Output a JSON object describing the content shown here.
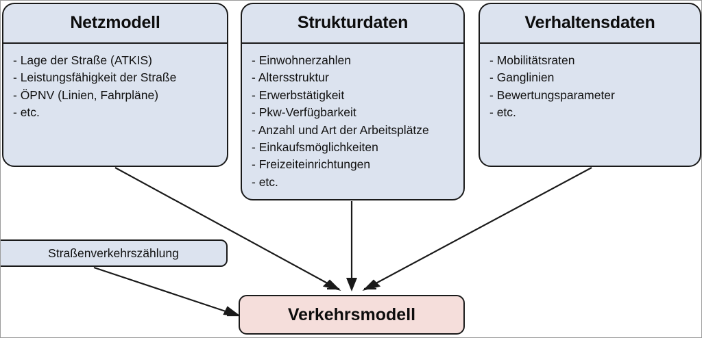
{
  "diagram": {
    "title_hidden": "",
    "colors": {
      "source_fill": "#dce3ef",
      "target_fill": "#f5dedb",
      "stroke": "#1a1a1a",
      "frame": "#9a9a9a"
    },
    "nodes": [
      {
        "id": "netzmodell",
        "header": "Netzmodell",
        "items": [
          "- Lage der Straße (ATKIS)",
          "- Leistungsfähigkeit der Straße",
          "- ÖPNV (Linien, Fahrpläne)",
          "- etc."
        ]
      },
      {
        "id": "strukturdaten",
        "header": "Strukturdaten",
        "items": [
          "- Einwohnerzahlen",
          "- Altersstruktur",
          "- Erwerbstätigkeit",
          "- Pkw-Verfügbarkeit",
          "- Anzahl und Art der Arbeitsplätze",
          "- Einkaufsmöglichkeiten",
          "- Freizeiteinrichtungen",
          "- etc."
        ]
      },
      {
        "id": "verhaltensdaten",
        "header": "Verhaltensdaten",
        "items": [
          "- Mobilitätsraten",
          "- Ganglinien",
          "- Bewertungsparameter",
          "- etc."
        ]
      }
    ],
    "secondary_node": {
      "id": "strassenverkehrszaehlung",
      "label": "Straßenverkehrszählung"
    },
    "target_node": {
      "id": "verkehrsmodell",
      "label": "Verkehrsmodell"
    },
    "edges": [
      {
        "id": "netzmodell-to-verkehrsmodell",
        "from": "netzmodell",
        "to": "verkehrsmodell"
      },
      {
        "id": "strukturdaten-to-verkehrsmodell",
        "from": "strukturdaten",
        "to": "verkehrsmodell"
      },
      {
        "id": "verhaltensdaten-to-verkehrsmodell",
        "from": "verhaltensdaten",
        "to": "verkehrsmodell"
      },
      {
        "id": "strassenverkehrszaehlung-to-verkehrsmodell",
        "from": "strassenverkehrszaehlung",
        "to": "verkehrsmodell"
      }
    ]
  }
}
